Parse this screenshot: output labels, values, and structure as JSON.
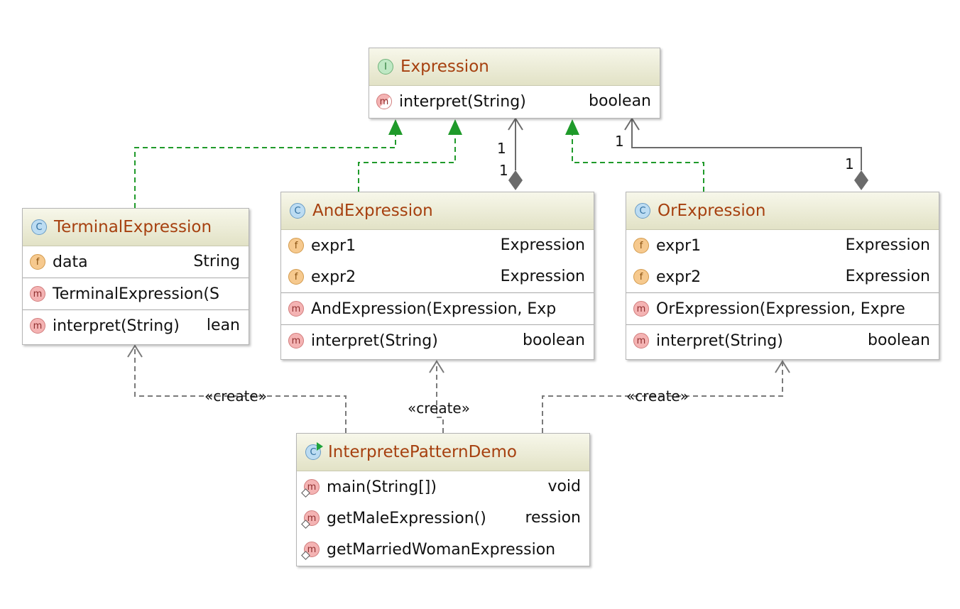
{
  "classes": {
    "expression": {
      "name": "Expression",
      "kind": "I",
      "methods": [
        {
          "name": "interpret(String)",
          "type": "boolean"
        }
      ]
    },
    "terminal": {
      "name": "TerminalExpression",
      "kind": "C",
      "fields": [
        {
          "name": "data",
          "type": "String"
        }
      ],
      "constructors": [
        {
          "name": "TerminalExpression(S"
        }
      ],
      "methods": [
        {
          "name": "interpret(String)",
          "type": "lean"
        }
      ]
    },
    "and": {
      "name": "AndExpression",
      "kind": "C",
      "fields": [
        {
          "name": "expr1",
          "type": "Expression"
        },
        {
          "name": "expr2",
          "type": "Expression"
        }
      ],
      "constructors": [
        {
          "name": "AndExpression(Expression, Exp"
        }
      ],
      "methods": [
        {
          "name": "interpret(String)",
          "type": "boolean"
        }
      ]
    },
    "or": {
      "name": "OrExpression",
      "kind": "C",
      "fields": [
        {
          "name": "expr1",
          "type": "Expression"
        },
        {
          "name": "expr2",
          "type": "Expression"
        }
      ],
      "constructors": [
        {
          "name": "OrExpression(Expression, Expre"
        }
      ],
      "methods": [
        {
          "name": "interpret(String)",
          "type": "boolean"
        }
      ]
    },
    "demo": {
      "name": "InterpretePatternDemo",
      "kind": "C",
      "methods": [
        {
          "name": "main(String[])",
          "type": "void"
        },
        {
          "name": "getMaleExpression()",
          "type": "ression"
        },
        {
          "name": "getMarriedWomanExpression",
          "type": ""
        }
      ]
    }
  },
  "relations": {
    "create_label": "«create»",
    "multiplicity": "1"
  },
  "colors": {
    "realization": "#1f9a2a",
    "dependency": "#7a7a7a",
    "composition": "#6b6b6b",
    "title": "#a6400f"
  }
}
